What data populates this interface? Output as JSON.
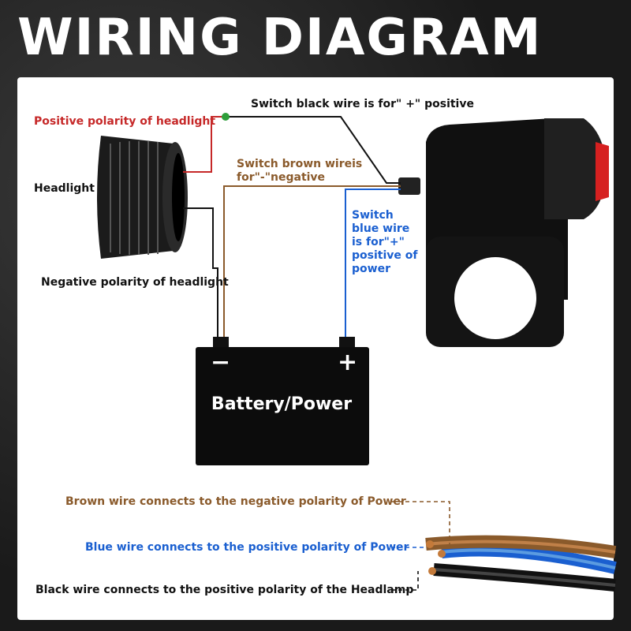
{
  "title": "WIRING DIAGRAM",
  "labels": {
    "switch_black": "Switch black wire is for\" +\" positive",
    "pos_headlight": "Positive polarity of headlight",
    "switch_brown_1": "Switch brown wireis",
    "switch_brown_2": "for\"-\"negative",
    "headlight": "Headlight",
    "switch_blue_1": "Switch",
    "switch_blue_2": "blue wire",
    "switch_blue_3": "is for\"+\"",
    "switch_blue_4": "positive of",
    "switch_blue_5": "power",
    "neg_headlight": "Negative polarity of headlight"
  },
  "battery": {
    "label": "Battery/Power",
    "minus": "−",
    "plus": "+"
  },
  "legend": {
    "brown": "Brown wire connects to the negative polarity of Power",
    "blue": "Blue wire connects to the positive polarity of Power",
    "black": "Black wire connects to the positive polarity of the Headlamp"
  },
  "colors": {
    "red": "#c62828",
    "brown": "#8a5a2b",
    "blue": "#1a5fd0",
    "black": "#111111",
    "junction": "#2e9e3a"
  }
}
